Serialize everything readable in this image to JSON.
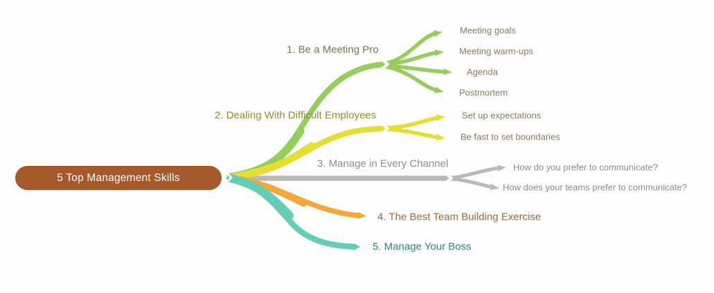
{
  "root": {
    "label": "5 Top Management Skills",
    "bg_color": "#a65a2c",
    "text_color": "#ffffff"
  },
  "branches": [
    {
      "label": "1. Be a Meeting Pro",
      "color": "#94ce5c",
      "label_color": "#6d7c4a",
      "child_color": "#8b7b63",
      "children": [
        {
          "label": "Meeting goals"
        },
        {
          "label": "Meeting warm-ups"
        },
        {
          "label": "Agenda"
        },
        {
          "label": "Postmortem"
        }
      ]
    },
    {
      "label": "2. Dealing With Difficult Employees",
      "color": "#e3de31",
      "label_color": "#8f8f2e",
      "child_color": "#8b7b63",
      "children": [
        {
          "label": "Set up expectations"
        },
        {
          "label": "Be fast to set boundaries"
        }
      ]
    },
    {
      "label": "3. Manage in Every Channel",
      "color": "#b9b9b9",
      "label_color": "#8d8d8d",
      "child_color": "#8d8d8d",
      "children": [
        {
          "label": "How do you prefer to communicate?"
        },
        {
          "label": "How does your teams prefer to communicate?"
        }
      ]
    },
    {
      "label": "4. The Best Team Building Exercise",
      "color": "#f6a739",
      "label_color": "#9c6a33",
      "child_color": "#8b7b63",
      "children": []
    },
    {
      "label": "5. Manage Your Boss",
      "color": "#65cdb7",
      "label_color": "#2f8480",
      "child_color": "#8b7b63",
      "children": []
    }
  ],
  "canvas_background": "#fdfdfd"
}
